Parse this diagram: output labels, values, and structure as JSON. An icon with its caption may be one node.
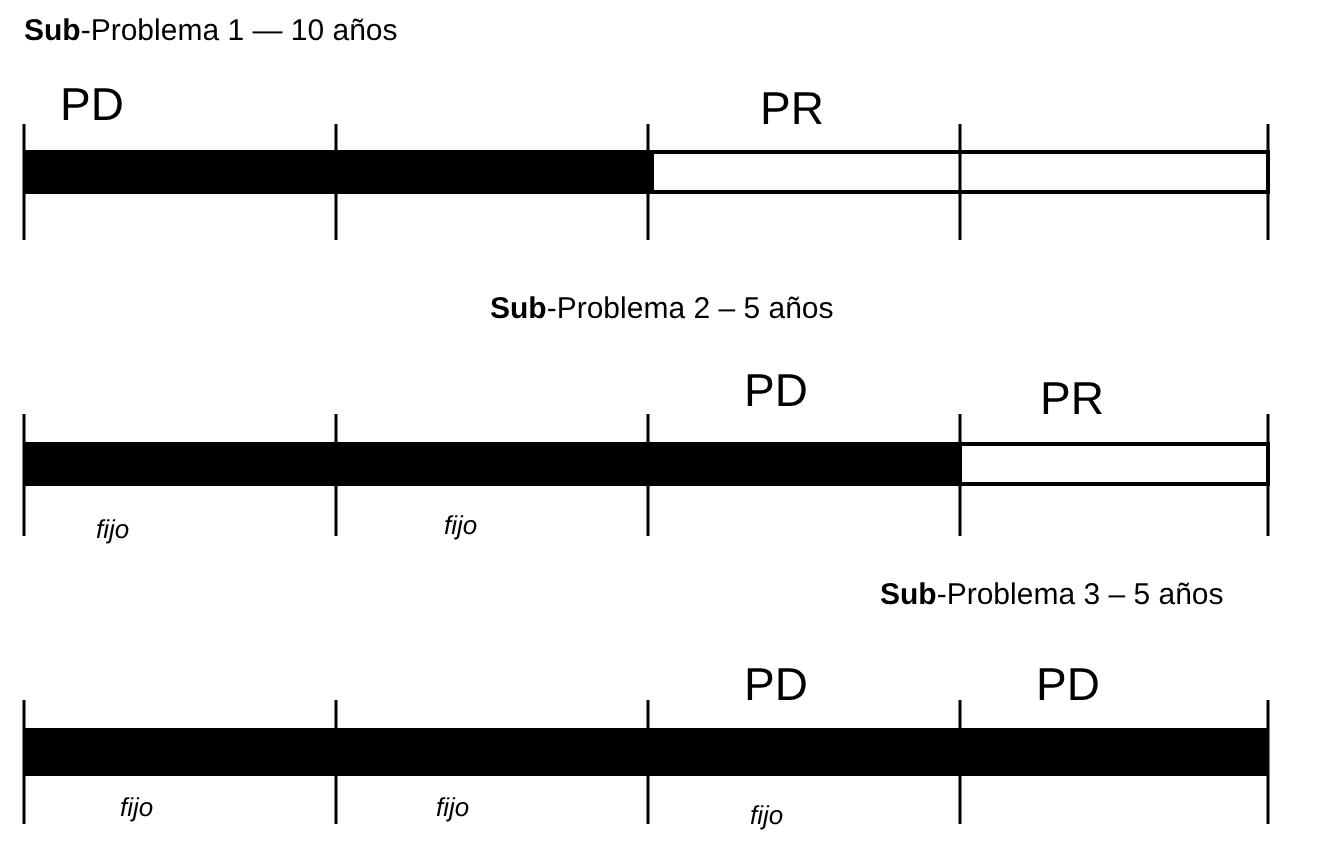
{
  "diagram": {
    "labels": [
      "**Sub**-Problema 1 — 10 años",
      "PD",
      "PR",
      "**Sub**-Problema 2 – 5 años",
      "PD",
      "PR",
      "fijo",
      "fijo",
      "**Sub**-Problema 3 – 5 años",
      "PD",
      "PD",
      "fijo",
      "fijo",
      "fijo"
    ]
  }
}
